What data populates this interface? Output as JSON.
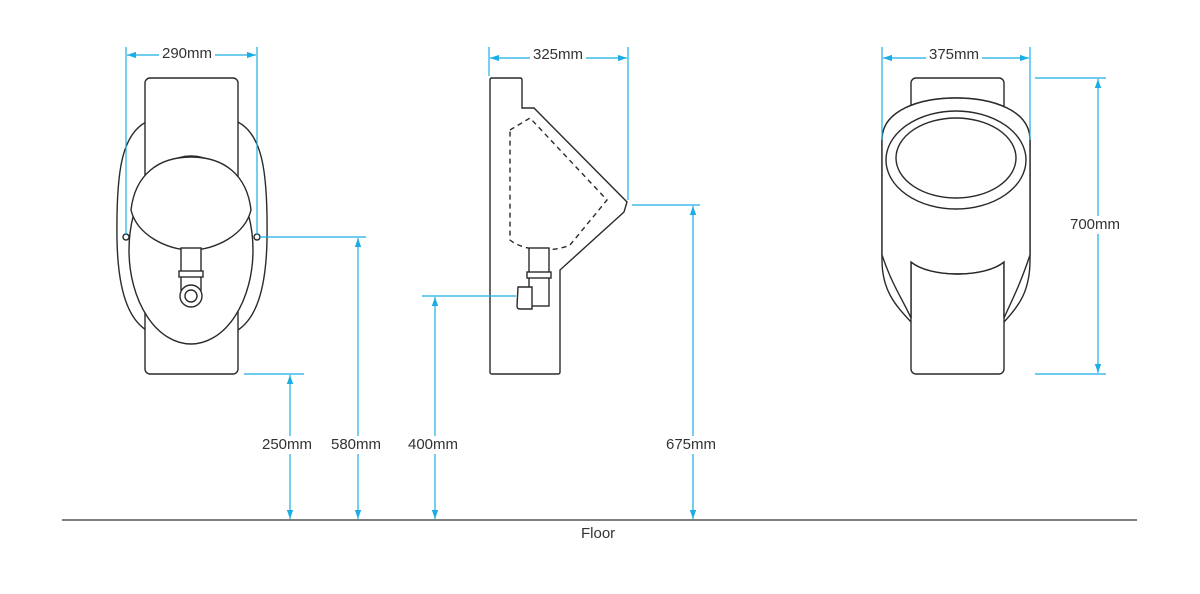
{
  "colors": {
    "dimension": "#1aaee5",
    "outline": "#2a2a2a",
    "text": "#333333"
  },
  "views": {
    "front": {
      "width_label": "290mm"
    },
    "side": {
      "depth_label": "325mm"
    },
    "top": {
      "width_label": "375mm",
      "height_label": "700mm"
    }
  },
  "heights": {
    "base_label": "250mm",
    "fixing_label": "580mm",
    "outlet_label": "400mm",
    "rim_label": "675mm"
  },
  "floor": {
    "label": "Floor"
  }
}
